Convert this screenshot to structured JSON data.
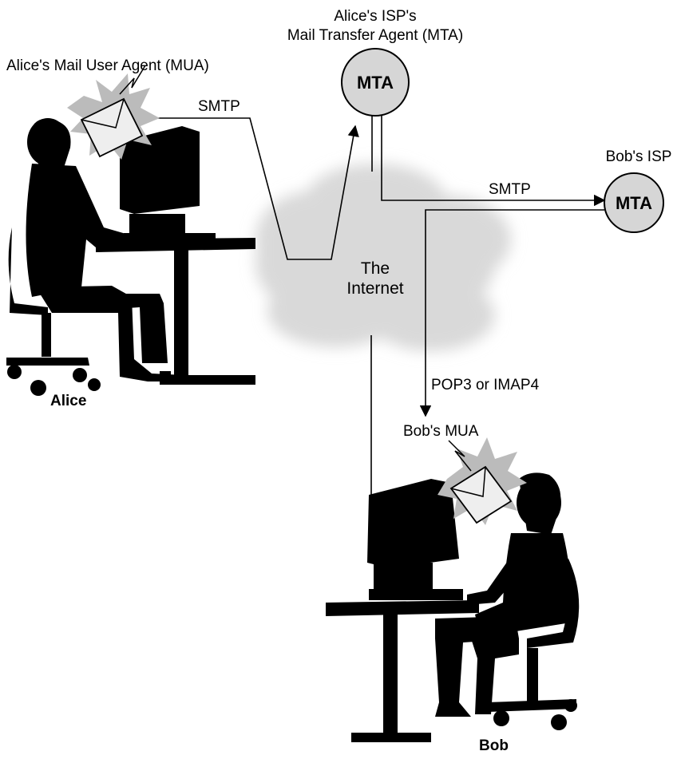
{
  "labels": {
    "alice_isp_line1": "Alice's ISP's",
    "alice_isp_line2": "Mail Transfer Agent (MTA)",
    "alice_mua": "Alice's Mail User Agent (MUA)",
    "bob_isp": "Bob's ISP",
    "bob_mua": "Bob's MUA",
    "internet_line1": "The",
    "internet_line2": "Internet",
    "alice_name": "Alice",
    "bob_name": "Bob"
  },
  "nodes": {
    "alice_mta": "MTA",
    "bob_mta": "MTA"
  },
  "connections": {
    "alice_to_mta": "SMTP",
    "mta_to_mta": "SMTP",
    "retrieve": "POP3 or IMAP4"
  },
  "colors": {
    "mta_fill": "#d6d6d6",
    "cloud_fill": "#d9d9d9",
    "silhouette": "#000000",
    "envelope_fill": "#eeeeee",
    "burst_fill": "#bbbbbb"
  },
  "icons": {
    "alice_envelope": "envelope-icon",
    "bob_envelope": "envelope-icon",
    "alice_figure": "person-at-computer-icon",
    "bob_figure": "person-at-computer-icon"
  }
}
